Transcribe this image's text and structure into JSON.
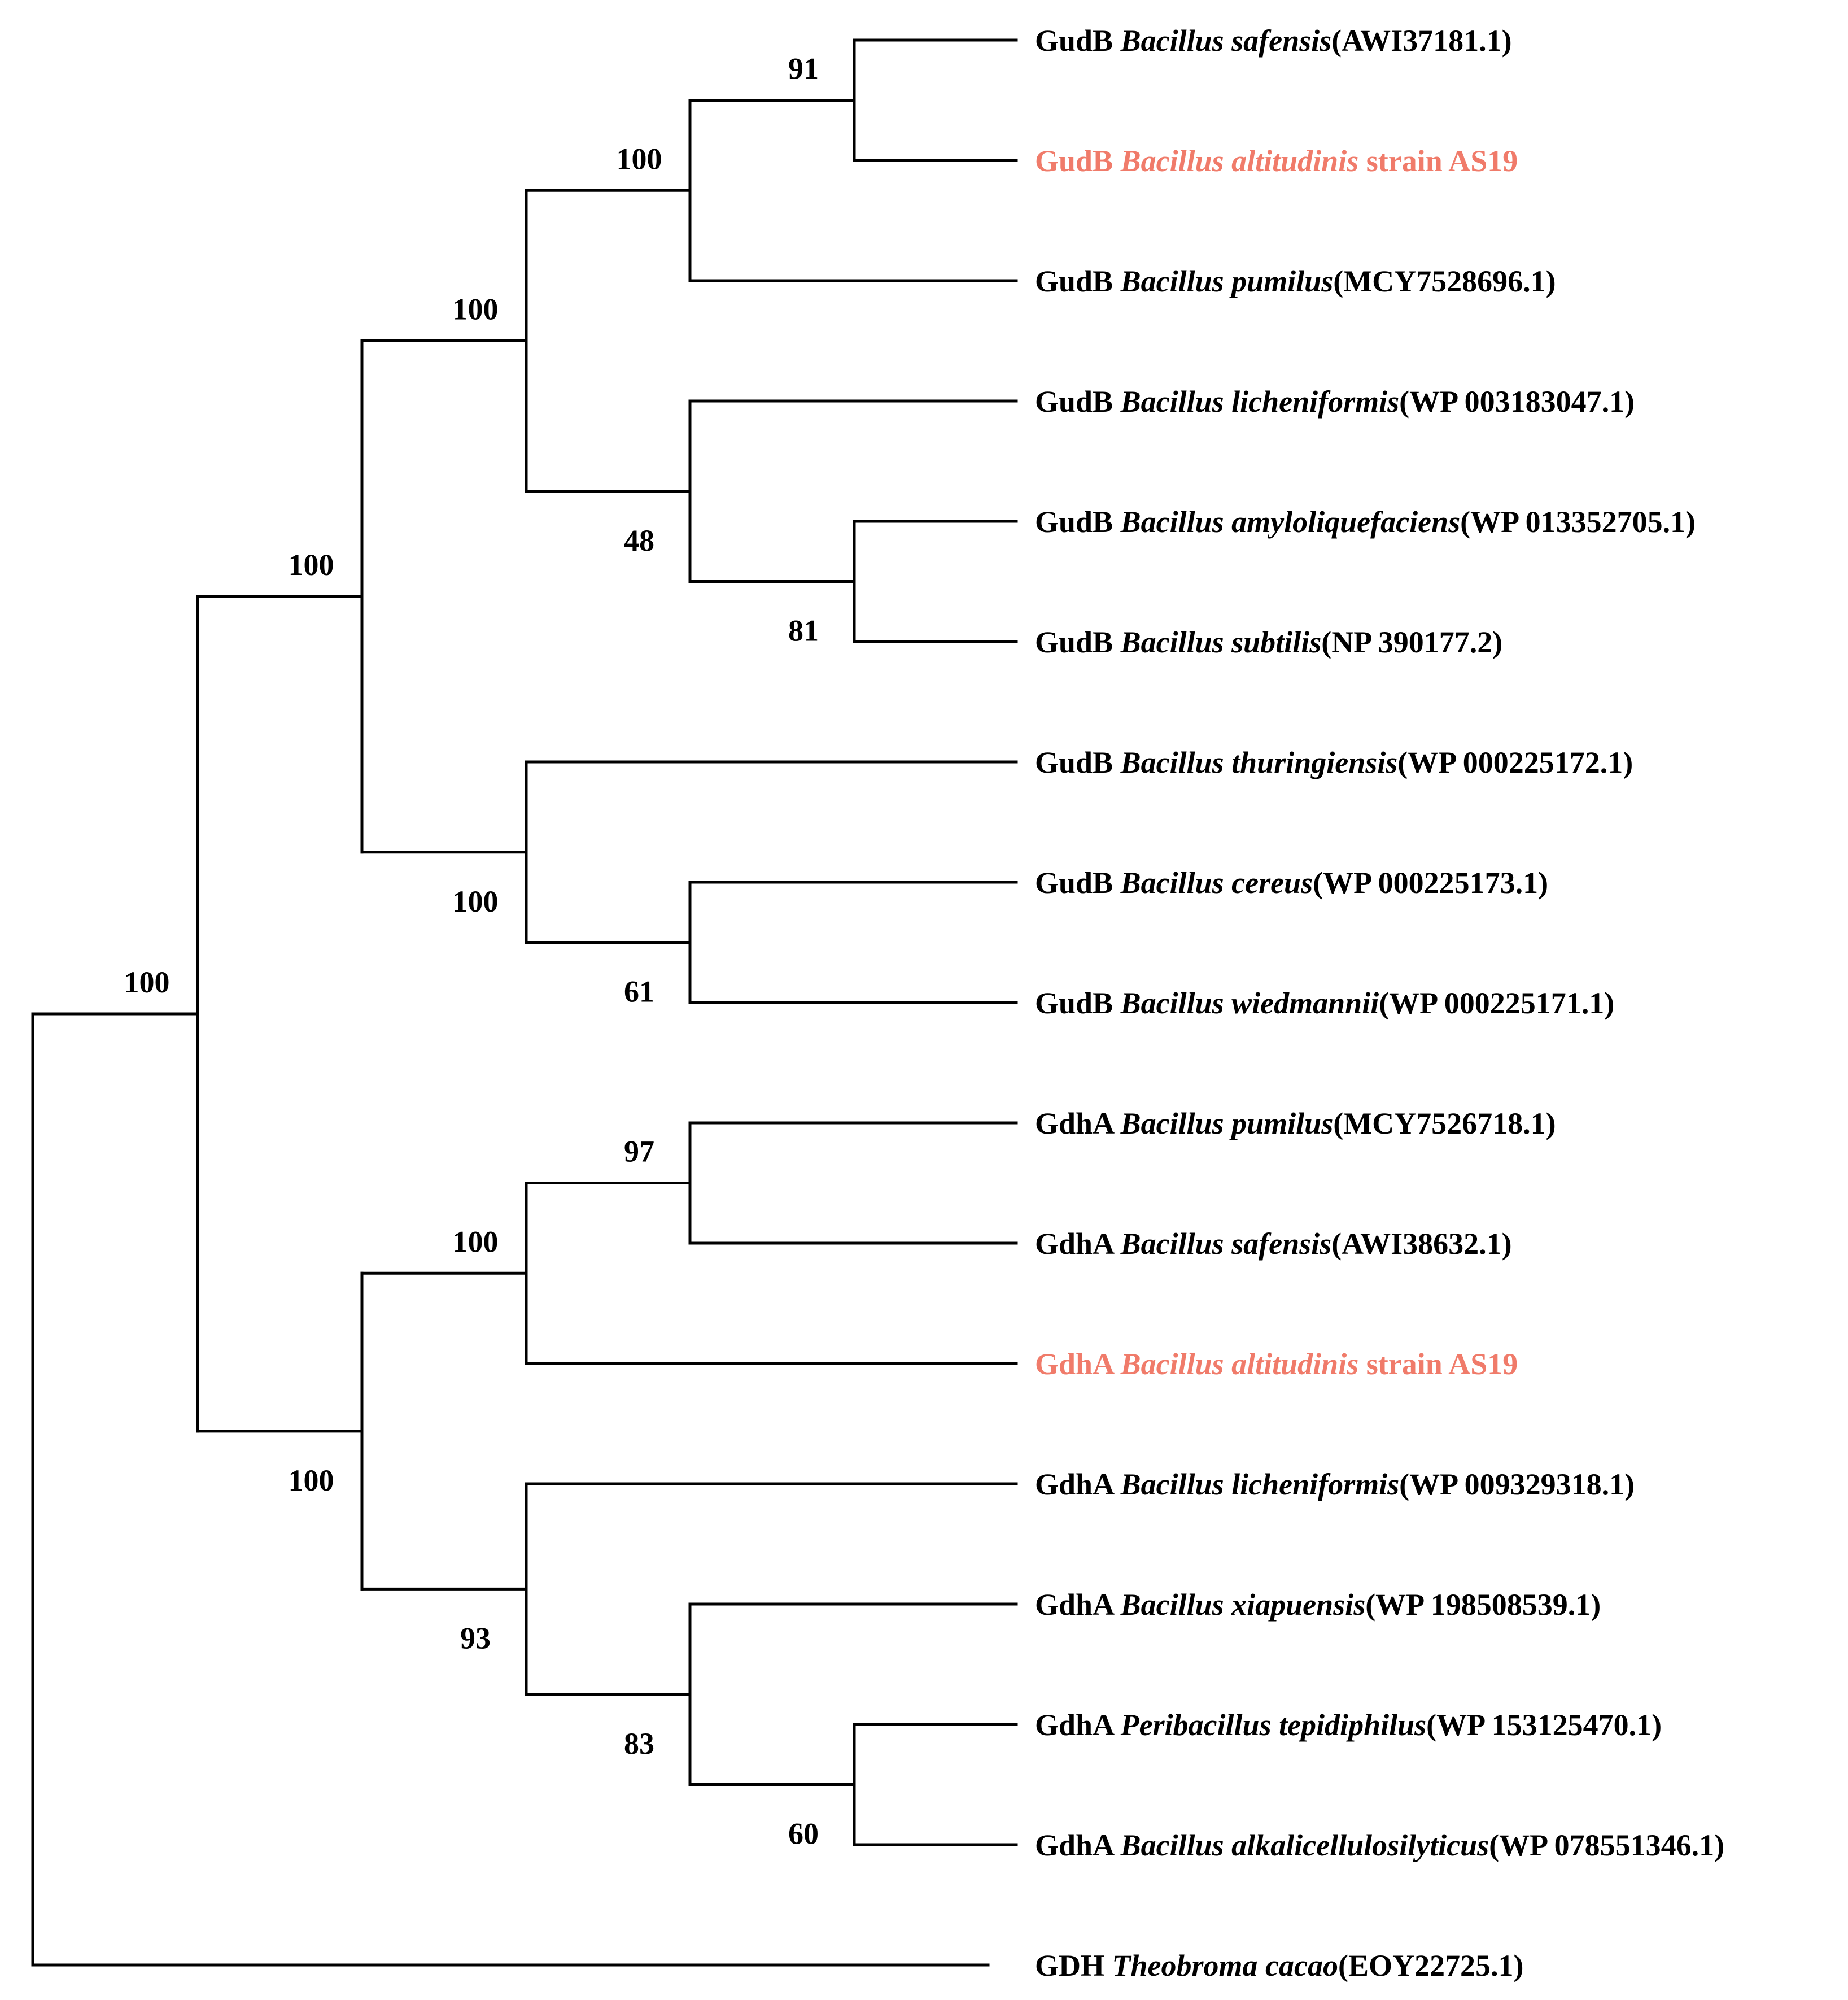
{
  "colors": {
    "branch": "#000000",
    "text": "#000000",
    "highlight": "#f07b6a"
  },
  "tree": {
    "leaves": [
      {
        "gene": "GudB",
        "species": "Bacillus safensis",
        "suffix": "(AWI37181.1)",
        "highlight": false
      },
      {
        "gene": "GudB",
        "species": "Bacillus altitudinis",
        "suffix": " strain AS19",
        "highlight": true
      },
      {
        "gene": "GudB",
        "species": "Bacillus pumilus",
        "suffix": "(MCY7528696.1)",
        "highlight": false
      },
      {
        "gene": "GudB",
        "species": "Bacillus licheniformis",
        "suffix": "(WP 003183047.1)",
        "highlight": false
      },
      {
        "gene": "GudB",
        "species": "Bacillus amyloliquefaciens",
        "suffix": "(WP 013352705.1)",
        "highlight": false
      },
      {
        "gene": "GudB",
        "species": "Bacillus subtilis",
        "suffix": "(NP 390177.2)",
        "highlight": false
      },
      {
        "gene": "GudB",
        "species": "Bacillus thuringiensis",
        "suffix": "(WP 000225172.1)",
        "highlight": false
      },
      {
        "gene": "GudB",
        "species": "Bacillus cereus",
        "suffix": "(WP 000225173.1)",
        "highlight": false
      },
      {
        "gene": "GudB",
        "species": "Bacillus wiedmannii",
        "suffix": "(WP 000225171.1)",
        "highlight": false
      },
      {
        "gene": "GdhA",
        "species": "Bacillus pumilus",
        "suffix": "(MCY7526718.1)",
        "highlight": false
      },
      {
        "gene": "GdhA",
        "species": "Bacillus safensis",
        "suffix": "(AWI38632.1)",
        "highlight": false
      },
      {
        "gene": "GdhA",
        "species": "Bacillus altitudinis",
        "suffix": " strain AS19",
        "highlight": true
      },
      {
        "gene": "GdhA",
        "species": "Bacillus licheniformis",
        "suffix": "(WP 009329318.1)",
        "highlight": false
      },
      {
        "gene": "GdhA",
        "species": "Bacillus xiapuensis",
        "suffix": "(WP 198508539.1)",
        "highlight": false
      },
      {
        "gene": "GdhA",
        "species": "Peribacillus tepidiphilus",
        "suffix": "(WP 153125470.1)",
        "highlight": false
      },
      {
        "gene": "GdhA",
        "species": "Bacillus alkalicellulosilyticus",
        "suffix": "(WP 078551346.1)",
        "highlight": false
      },
      {
        "gene": "GDH",
        "species": "Theobroma cacao",
        "suffix": "(EOY22725.1)",
        "highlight": false
      }
    ],
    "nodes": [
      {
        "id": "n1",
        "children": [
          0,
          1
        ],
        "support": "91"
      },
      {
        "id": "n2",
        "children": [
          "n1",
          2
        ],
        "support": "100"
      },
      {
        "id": "n3",
        "children": [
          4,
          5
        ],
        "support": "81"
      },
      {
        "id": "n4",
        "children": [
          3,
          "n3"
        ],
        "support": "48"
      },
      {
        "id": "n5",
        "children": [
          "n2",
          "n4"
        ],
        "support": "100"
      },
      {
        "id": "n6",
        "children": [
          7,
          8
        ],
        "support": "61"
      },
      {
        "id": "n7",
        "children": [
          6,
          "n6"
        ],
        "support": "100"
      },
      {
        "id": "n8",
        "children": [
          "n5",
          "n7"
        ],
        "support": "100"
      },
      {
        "id": "n9",
        "children": [
          9,
          10
        ],
        "support": "97"
      },
      {
        "id": "n10",
        "children": [
          "n9",
          11
        ],
        "support": "100"
      },
      {
        "id": "n11",
        "children": [
          14,
          15
        ],
        "support": "60"
      },
      {
        "id": "n12",
        "children": [
          13,
          "n11"
        ],
        "support": "83"
      },
      {
        "id": "n13",
        "children": [
          12,
          "n12"
        ],
        "support": "93"
      },
      {
        "id": "n14",
        "children": [
          "n10",
          "n13"
        ],
        "support": "100"
      },
      {
        "id": "n15",
        "children": [
          "n8",
          "n14"
        ],
        "support": "100"
      },
      {
        "id": "root",
        "children": [
          "n15",
          16
        ],
        "support": ""
      }
    ]
  }
}
